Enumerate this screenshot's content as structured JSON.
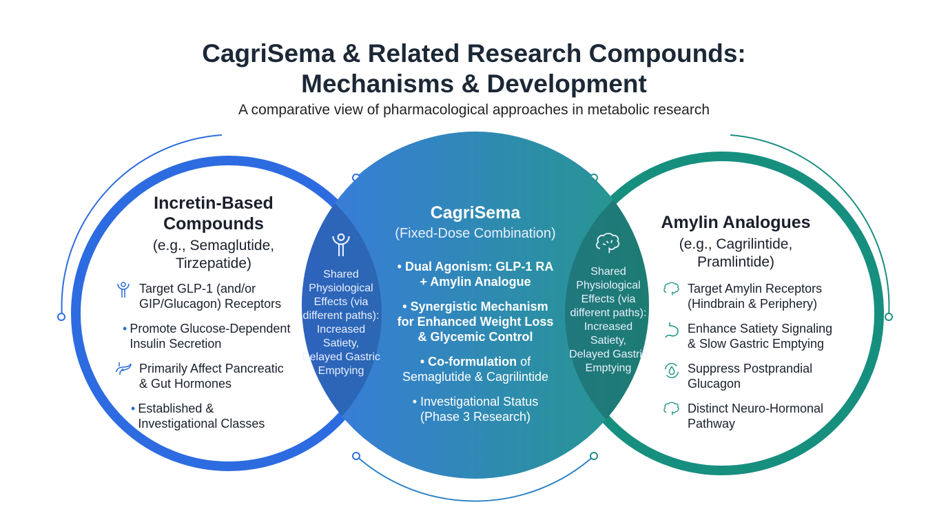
{
  "title_line1": "CagriSema & Related Research Compounds:",
  "title_line2": "Mechanisms & Development",
  "subtitle": "A comparative view of pharmacological approaches in metabolic research",
  "colors": {
    "incretin": "#2d6be0",
    "cagrisema_start": "#3677dc",
    "cagrisema_end": "#2a9888",
    "amylin": "#178f7f"
  },
  "left": {
    "heading1": "Incretin-Based",
    "heading2": "Compounds",
    "eg1": "(e.g., Semaglutide,",
    "eg2": "Tirzepatide)",
    "items": [
      {
        "icon": "person-receptor-icon",
        "l1": "Target GLP-1 (and/or",
        "l2": "GIP/Glucagon) Receptors"
      },
      {
        "icon": "bullet",
        "l1": "Promote Glucose-Dependent",
        "l2": "Insulin Secretion"
      },
      {
        "icon": "pancreas-icon",
        "l1": "Primarily Affect Pancreatic",
        "l2": "& Gut Hormones"
      },
      {
        "icon": "bullet",
        "l1": "Established &",
        "l2": "Investigational Classes"
      }
    ]
  },
  "shared_left": {
    "icon": "person-receptor-icon",
    "lines": [
      "Shared",
      "Physiological",
      "Effects (via",
      "different paths):",
      "Increased",
      "Satiety,",
      "Delayed Gastric",
      "Emptying"
    ]
  },
  "center": {
    "heading": "CagriSema",
    "sub": "(Fixed-Dose Combination)",
    "items": [
      {
        "bold": "Dual Agonism: GLP-1 RA",
        "bold2": "+ Amylin Analogue"
      },
      {
        "bold": "Synergistic Mechanism",
        "bold2": "for Enhanced Weight Loss",
        "bold3": "& Glycemic Control"
      },
      {
        "bold": "Co-formulation",
        "rest": " of",
        "l2": "Semaglutide & Cagrilintide"
      },
      {
        "l1": "Investigational Status",
        "l2": "(Phase 3 Research)"
      }
    ]
  },
  "shared_right": {
    "icon": "brain-icon",
    "lines": [
      "Shared",
      "Physiological",
      "Effects (via",
      "different paths):",
      "Increased",
      "Satiety,",
      "Delayed Gastric",
      "Emptying"
    ]
  },
  "right": {
    "heading": "Amylin Analogues",
    "eg1": "(e.g., Cagrilintide,",
    "eg2": "Pramlintide)",
    "items": [
      {
        "icon": "brain-icon",
        "l1": "Target Amylin Receptors",
        "l2": "(Hindbrain & Periphery)"
      },
      {
        "icon": "stomach-icon",
        "l1": "Enhance Satiety Signaling",
        "l2": "& Slow Gastric Emptying"
      },
      {
        "icon": "droplet-cycle-icon",
        "l1": "Suppress Postprandial",
        "l2": "Glucagon"
      },
      {
        "icon": "brain-icon",
        "l1": "Distinct Neuro-Hormonal",
        "l2": "Pathway"
      }
    ]
  }
}
